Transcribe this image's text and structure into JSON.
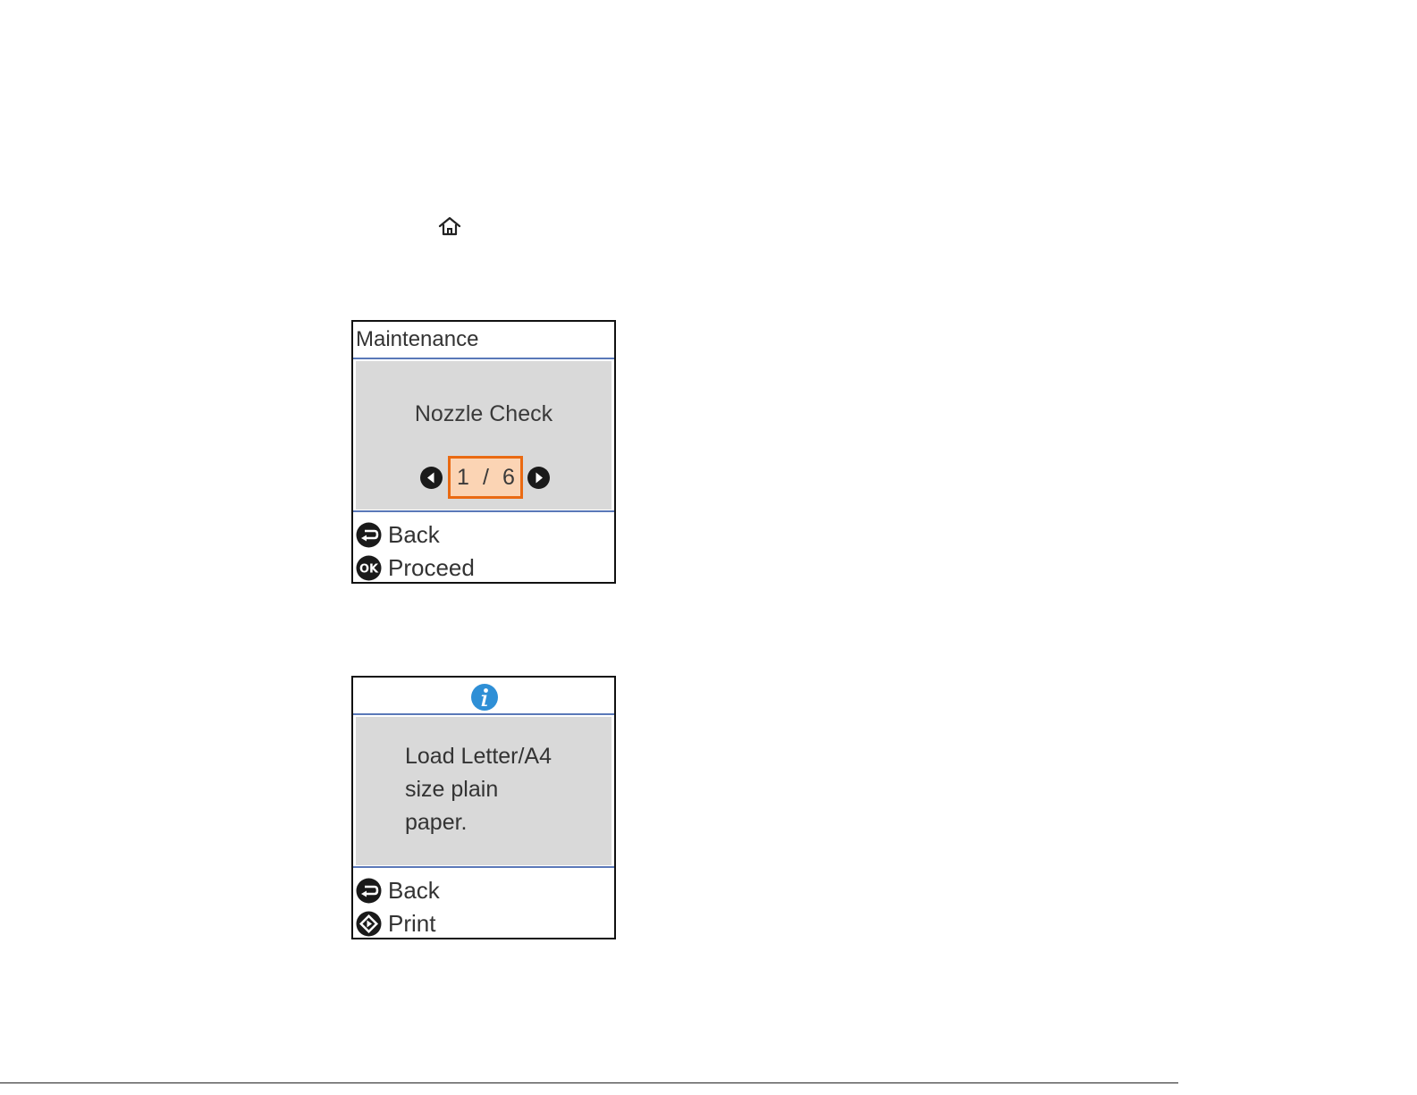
{
  "home_icon": "home-icon",
  "screen1": {
    "header_title": "Maintenance",
    "item_title": "Nozzle Check",
    "page_current": "1",
    "page_separator": "/",
    "page_total": "6",
    "buttons": [
      {
        "icon": "back-arrow-icon",
        "label": "Back"
      },
      {
        "icon": "ok-icon",
        "label": "Proceed"
      }
    ]
  },
  "screen2": {
    "header_icon": "info-icon",
    "message_lines": [
      "Load Letter/A4",
      "size plain",
      "paper."
    ],
    "buttons": [
      {
        "icon": "back-arrow-icon",
        "label": "Back"
      },
      {
        "icon": "start-diamond-icon",
        "label": "Print"
      }
    ]
  },
  "colors": {
    "divider": "#5a78b8",
    "body_gray": "#d9d9d9",
    "highlight_fill": "#fbd4b4",
    "highlight_border": "#ea6a12",
    "info_blue": "#2e8fd6"
  }
}
